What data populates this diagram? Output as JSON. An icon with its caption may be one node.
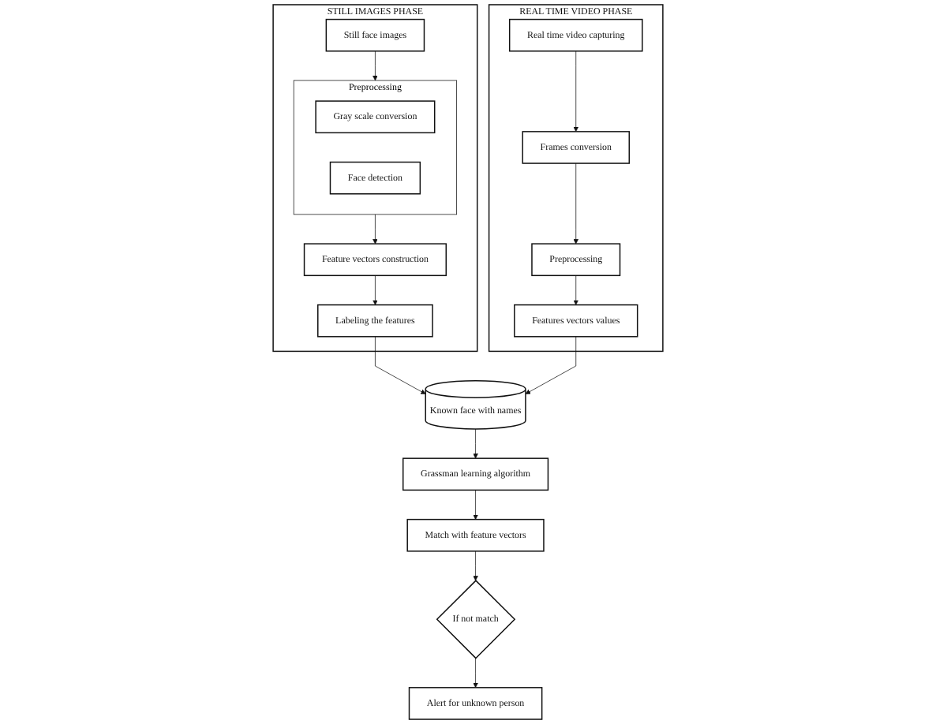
{
  "diagram": {
    "nodes": [
      {
        "text": [
          "STILL IMAGES PHASE"
        ]
      },
      {
        "text": [
          "Still face images"
        ],
        "in": 0
      },
      {
        "text": [
          "Preprocessing"
        ],
        "in": 0
      },
      {
        "text": [
          "Gray scale conversion"
        ],
        "in": 2
      },
      {
        "text": [
          "Face detection"
        ],
        "in": 2
      },
      {
        "text": [
          "Feature vectors construction"
        ],
        "in": 0
      },
      {
        "text": [
          "Labeling the features"
        ],
        "in": 0
      },
      {
        "text": [
          "Known face with names"
        ]
      },
      {
        "text": [
          "Grassman learning algorithm"
        ]
      },
      {
        "text": [
          "Match with feature vectors"
        ]
      },
      {
        "text": [
          "If not match"
        ]
      },
      {
        "text": [
          "Alert for unknown person"
        ]
      },
      {
        "text": [
          "REAL TIME VIDEO PHASE"
        ]
      },
      {
        "text": [
          "Features vectors values"
        ],
        "in": 12
      },
      {
        "text": [
          "Real time video capturing"
        ],
        "in": 12
      },
      {
        "text": [
          "Frames conversion"
        ],
        "in": 12
      },
      {
        "text": [
          "Preprocessing"
        ],
        "in": 12
      }
    ],
    "edges": [
      {
        "from": 1,
        "to": 2,
        "arrow": "to"
      },
      {
        "from": 2,
        "to": 5,
        "arrow": "to"
      },
      {
        "from": 5,
        "to": 6,
        "arrow": "to"
      },
      {
        "from": 6,
        "to": 7,
        "arrow": "to"
      },
      {
        "from": 7,
        "to": 8,
        "arrow": "to"
      },
      {
        "from": 8,
        "to": 9,
        "arrow": "to"
      },
      {
        "from": 9,
        "to": 10,
        "arrow": "to"
      },
      {
        "from": 10,
        "to": 11,
        "arrow": "to"
      },
      {
        "from": 14,
        "to": 15,
        "arrow": "to"
      },
      {
        "from": 15,
        "to": 16,
        "arrow": "to"
      },
      {
        "from": 16,
        "to": 13,
        "arrow": "to"
      },
      {
        "from": 13,
        "to": 7,
        "arrow": "to"
      }
    ]
  }
}
